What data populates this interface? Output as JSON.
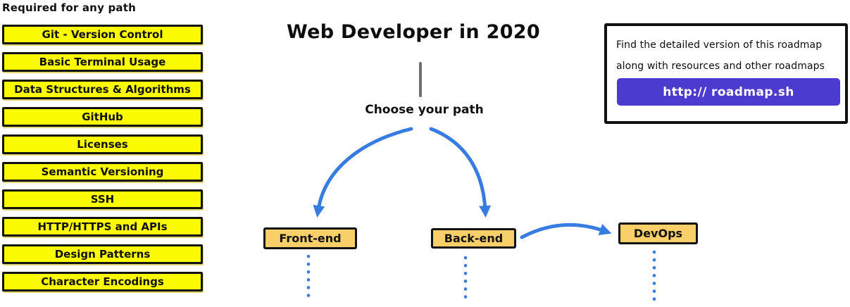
{
  "header": {
    "title": "Web Developer in 2020"
  },
  "sidebar": {
    "heading": "Required for any path",
    "items": [
      "Git - Version Control",
      "Basic Terminal Usage",
      "Data Structures & Algorithms",
      "GitHub",
      "Licenses",
      "Semantic Versioning",
      "SSH",
      "HTTP/HTTPS and APIs",
      "Design Patterns",
      "Character Encodings"
    ]
  },
  "flow": {
    "choose_label": "Choose your path",
    "nodes": {
      "frontend": "Front-end",
      "backend": "Back-end",
      "devops": "DevOps"
    }
  },
  "info_box": {
    "line1": "Find the detailed version of this roadmap",
    "line2": "along with resources and other roadmaps",
    "button_label": "http:// roadmap.sh"
  },
  "colors": {
    "topic_yellow": "#FBFB00",
    "node_amber": "#F9CF6A",
    "arrow_blue": "#377CE0",
    "button_purple": "#4B3BCF",
    "stem_gray": "#6F6F6F",
    "border_black": "#121212"
  }
}
